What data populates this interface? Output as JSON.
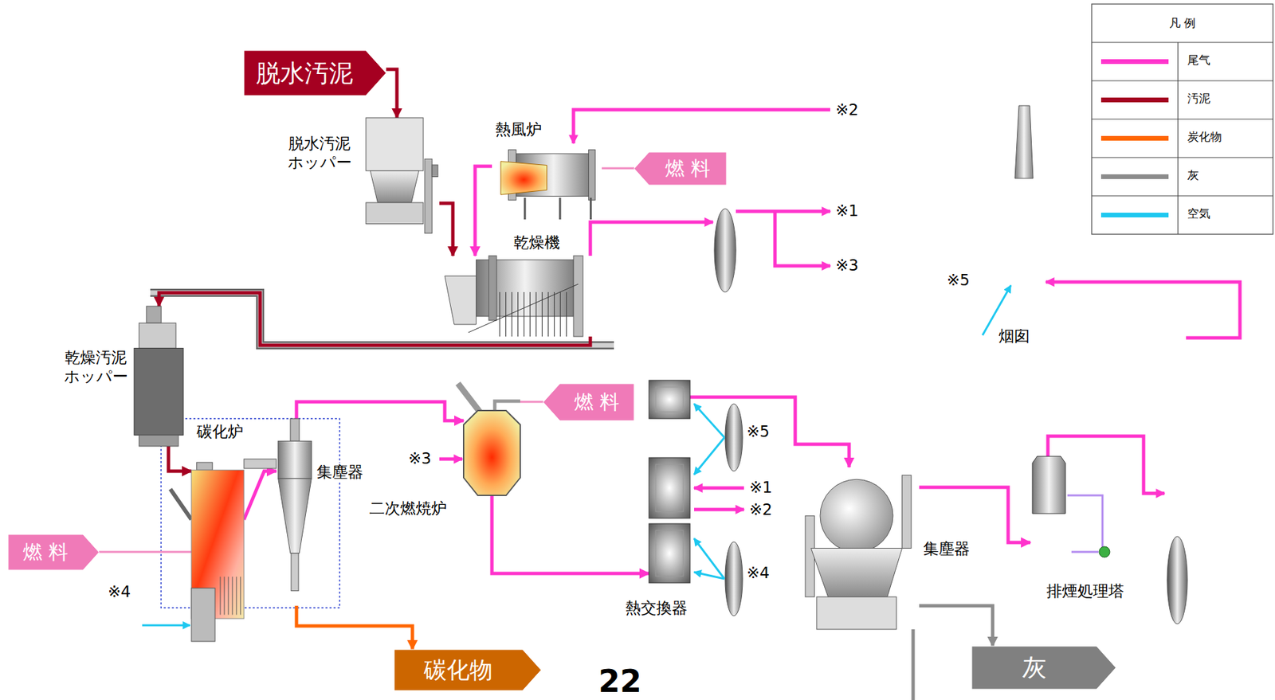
{
  "diagram": {
    "nodes": [
      {
        "text": [
          "脱水汚泥"
        ]
      },
      {
        "text": [
          "脱水汚泥 ホッパー"
        ]
      },
      {
        "text": [
          "熱風炉"
        ]
      },
      {
        "text": [
          "燃 料"
        ]
      },
      {
        "text": [
          "乾燥機"
        ]
      },
      {
        "text": [
          "乾燥汚泥 ホッパー"
        ]
      },
      {
        "text": [
          "碳化炉"
        ]
      },
      {
        "text": [
          "集塵器"
        ]
      },
      {
        "text": [
          "燃 料"
        ]
      },
      {
        "text": [
          "二次燃焼炉"
        ]
      },
      {
        "text": [
          "熱交換器"
        ]
      },
      {
        "text": [
          "燃 料"
        ]
      },
      {
        "text": [
          "集塵器"
        ]
      },
      {
        "text": [
          "排煙処理塔"
        ]
      },
      {
        "text": [
          "碳化物"
        ]
      },
      {
        "text": [
          "灰"
        ]
      }
    ],
    "edges": [
      {
        "from": 0,
        "to": 1,
        "arrow": "to"
      },
      {
        "from": 1,
        "to": 4,
        "arrow": "to"
      },
      {
        "from": 2,
        "to": 4,
        "arrow": "to"
      },
      {
        "from": 3,
        "to": 2,
        "arrow": "none"
      },
      {
        "from": 4,
        "to": 5,
        "arrow": "to"
      },
      {
        "from": 5,
        "to": 6,
        "arrow": "to"
      },
      {
        "from": 11,
        "to": 6,
        "arrow": "none"
      },
      {
        "from": 6,
        "to": 7,
        "arrow": "to"
      },
      {
        "from": 7,
        "to": 9,
        "arrow": "to"
      },
      {
        "from": 8,
        "to": 9,
        "arrow": "none"
      },
      {
        "from": 7,
        "to": 14,
        "arrow": "to"
      },
      {
        "from": 9,
        "to": 10,
        "arrow": "to"
      },
      {
        "from": 10,
        "to": 12,
        "arrow": "to"
      },
      {
        "from": 12,
        "to": 13,
        "arrow": "to"
      },
      {
        "from": 12,
        "to": 15,
        "arrow": "to"
      }
    ],
    "labels": [
      "※2",
      "※1",
      "※3",
      "※5",
      "※3",
      "※5",
      "※1",
      "※2",
      "※4",
      "※4",
      "烟囱",
      "凡 例",
      "22"
    ],
    "legend": [
      {
        "text": "尾气",
        "color": "#ff33cc"
      },
      {
        "text": "汚泥",
        "color": "#a50021"
      },
      {
        "text": "炭化物",
        "color": "#ff6600"
      },
      {
        "text": "灰",
        "color": "#8c8c8c"
      },
      {
        "text": "空気",
        "color": "#1ec8f0"
      }
    ]
  }
}
